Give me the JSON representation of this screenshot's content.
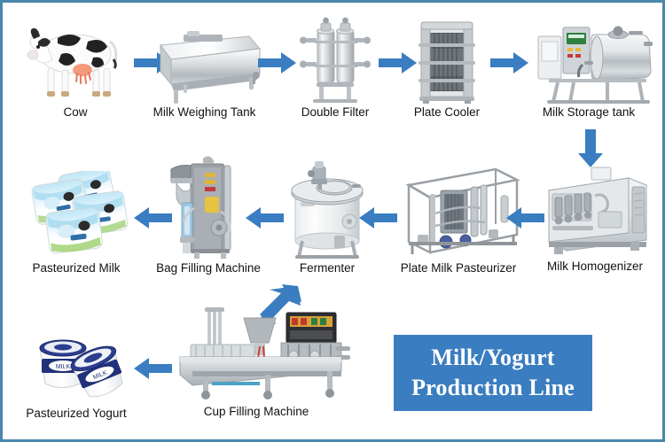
{
  "theme": {
    "frame_border_color": "#4a87ad",
    "arrow_color": "#3a7dc0",
    "title_box_bg": "#3a7dc0",
    "title_text_color": "#ffffff",
    "caption_color": "#111111",
    "background": "#ffffff"
  },
  "title_box": {
    "line1": "Milk/Yogurt",
    "line2": "Production Line"
  },
  "flow": {
    "rows": [
      {
        "direction": "left-to-right",
        "steps": [
          {
            "label": "Cow",
            "icon": "cow-icon"
          },
          {
            "label": "Milk Weighing Tank",
            "icon": "milk-weighing-tank-icon"
          },
          {
            "label": "Double Filter",
            "icon": "double-filter-icon"
          },
          {
            "label": "Plate Cooler",
            "icon": "plate-cooler-icon"
          },
          {
            "label": "Milk Storage tank",
            "icon": "milk-storage-tank-icon"
          }
        ]
      },
      {
        "direction": "right-to-left",
        "steps": [
          {
            "label": "Pasteurized Milk",
            "icon": "milk-pouches-icon"
          },
          {
            "label": "Bag Filling Machine",
            "icon": "bag-filling-machine-icon"
          },
          {
            "label": "Fermenter",
            "icon": "fermenter-icon"
          },
          {
            "label": "Plate Milk Pasteurizer",
            "icon": "plate-milk-pasteurizer-icon"
          },
          {
            "label": "Milk Homogenizer",
            "icon": "milk-homogenizer-icon"
          }
        ]
      },
      {
        "direction": "right-to-left",
        "steps": [
          {
            "label": "Pasteurized Yogurt",
            "icon": "yogurt-cups-icon"
          },
          {
            "label": "Cup Filling Machine",
            "icon": "cup-filling-machine-icon"
          }
        ]
      }
    ],
    "connectors": [
      {
        "name": "arrow-cow-to-weighing-tank",
        "shape": "arrow-right"
      },
      {
        "name": "arrow-weighing-tank-to-double-filter",
        "shape": "arrow-right"
      },
      {
        "name": "arrow-double-filter-to-plate-cooler",
        "shape": "arrow-right"
      },
      {
        "name": "arrow-plate-cooler-to-storage-tank",
        "shape": "arrow-right"
      },
      {
        "name": "arrow-storage-tank-to-homogenizer",
        "shape": "arrow-down"
      },
      {
        "name": "arrow-homogenizer-to-pasteurizer",
        "shape": "arrow-left"
      },
      {
        "name": "arrow-pasteurizer-to-fermenter",
        "shape": "arrow-left"
      },
      {
        "name": "arrow-fermenter-to-bag-filling",
        "shape": "arrow-left"
      },
      {
        "name": "arrow-bag-filling-to-pasteurized-milk",
        "shape": "arrow-left"
      },
      {
        "name": "arrow-bag-filling-to-cup-filling",
        "shape": "arrow-down-left"
      },
      {
        "name": "arrow-cup-filling-to-pasteurized-yogurt",
        "shape": "arrow-left"
      }
    ]
  }
}
